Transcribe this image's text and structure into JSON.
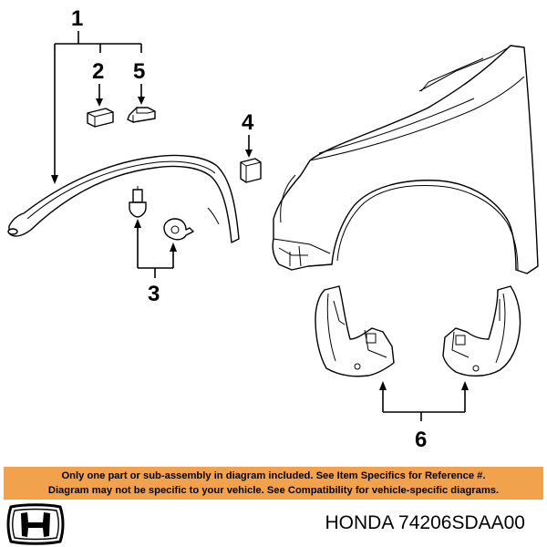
{
  "callouts": {
    "c1": "1",
    "c2": "2",
    "c3": "3",
    "c4": "4",
    "c5": "5",
    "c6": "6"
  },
  "banner": {
    "line1": "Only one part or sub-assembly in diagram included. See Item Specifics for Reference #.",
    "line2": "Diagram may not be specific to your vehicle. See Compatibility for vehicle-specific diagrams."
  },
  "footer": {
    "brand_text": "HONDA",
    "part_number": "74206SDAA00",
    "logo_icon": "honda-h-logo-icon"
  },
  "colors": {
    "banner_bg": "#f2a24d",
    "line": "#000000",
    "background": "#ffffff"
  }
}
